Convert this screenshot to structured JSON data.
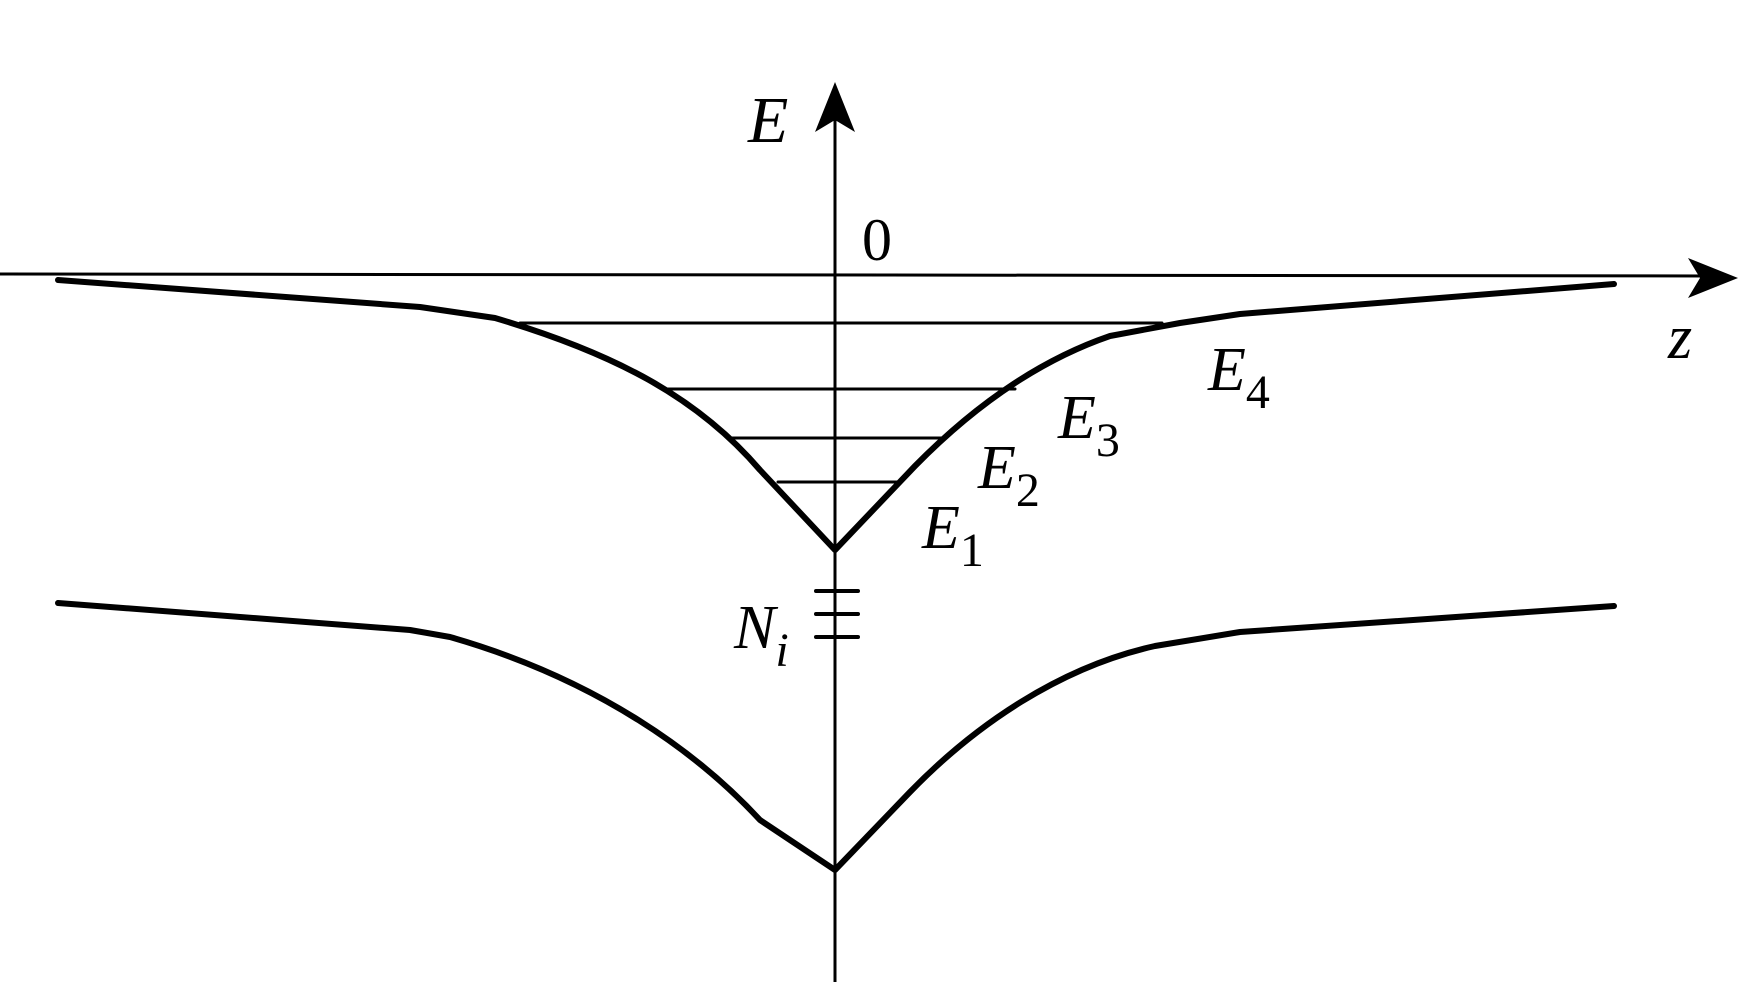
{
  "axes": {
    "vertical_label": "E",
    "horizontal_label": "z",
    "origin_label": "0"
  },
  "levels": [
    {
      "name": "E",
      "sub": "1"
    },
    {
      "name": "E",
      "sub": "2"
    },
    {
      "name": "E",
      "sub": "3"
    },
    {
      "name": "E",
      "sub": "4"
    }
  ],
  "impurity_label": {
    "name": "N",
    "sub": "i"
  }
}
